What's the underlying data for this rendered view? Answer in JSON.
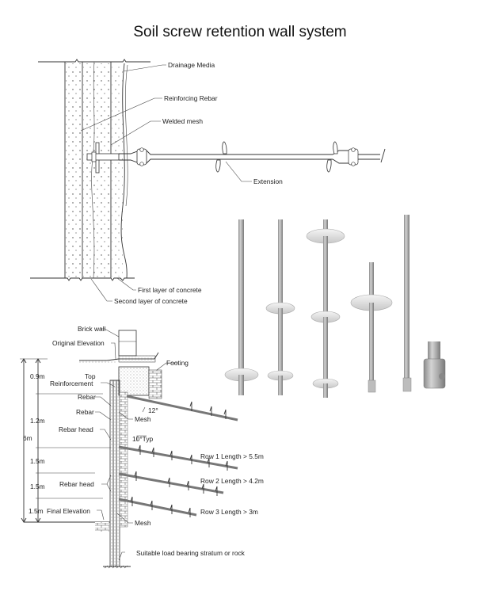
{
  "title": "Soil screw retention wall system",
  "top_section": {
    "labels": {
      "drainage_media": "Drainage Media",
      "reinforcing_rebar": "Reinforcing Rebar",
      "welded_mesh": "Welded mesh",
      "extension": "Extension",
      "first_layer": "First layer of concrete",
      "second_layer": "Second layer of concrete"
    }
  },
  "bottom_section": {
    "labels": {
      "brick_wall": "Brick wall",
      "original_elevation": "Original Elevation",
      "footing": "Footing",
      "top_reinforcement_1": "Top",
      "top_reinforcement_2": "Reinforcement",
      "rebar_1": "Rebar",
      "rebar_2": "Rebar",
      "mesh_1": "Mesh",
      "angle_12": "12°",
      "rebar_head_1": "Rebar head",
      "angle_10": "10°Typ",
      "row1": "Row 1 Length > 5.5m",
      "row2": "Row 2 Length > 4.2m",
      "rebar_head_2": "Rebar head",
      "row3": "Row 3 Length > 3m",
      "final_elevation": "Final Elevation",
      "mesh_2": "Mesh",
      "stratum": "Suitable load bearing stratum or rock"
    },
    "dimensions": {
      "d1": "0.9m",
      "d2": "1.2m",
      "total": "6m",
      "d3": "1.5m",
      "d4": "1.5m",
      "d5": "1.5m"
    }
  },
  "colors": {
    "line": "#333333",
    "metal_light": "#d9d9d9",
    "metal_mid": "#a8a8a8",
    "metal_dark": "#7a7a7a"
  }
}
